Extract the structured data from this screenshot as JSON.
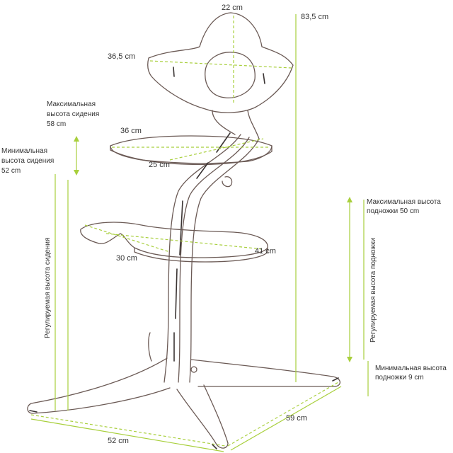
{
  "colors": {
    "dimension": "#a8cf3c",
    "outline": "#6b5a55",
    "text": "#333333"
  },
  "labels": {
    "backrest_height": "22 cm",
    "total_height": "83,5 cm",
    "backrest_width": "36,5 cm",
    "max_seat_height_line1": "Максимальная",
    "max_seat_height_line2": "высота сидения",
    "max_seat_height_value": "58 cm",
    "min_seat_height_line1": "Минимальная",
    "min_seat_height_line2": "высота сидения",
    "min_seat_height_value": "52 cm",
    "seat_width": "36 cm",
    "seat_depth": "25 cm",
    "adjustable_seat_height": "Регулируемая высота сидения",
    "footrest_max_line1": "Максимальная высота",
    "footrest_max_line2": "подножки 50 cm",
    "adjustable_footrest_height": "Регулируемая высота подножки",
    "footrest_depth": "30 cm",
    "footrest_width": "41 cm",
    "footrest_min_line1": "Минимальная высота",
    "footrest_min_line2": "подножки 9 cm",
    "base_width": "52 cm",
    "base_depth": "59 cm"
  }
}
